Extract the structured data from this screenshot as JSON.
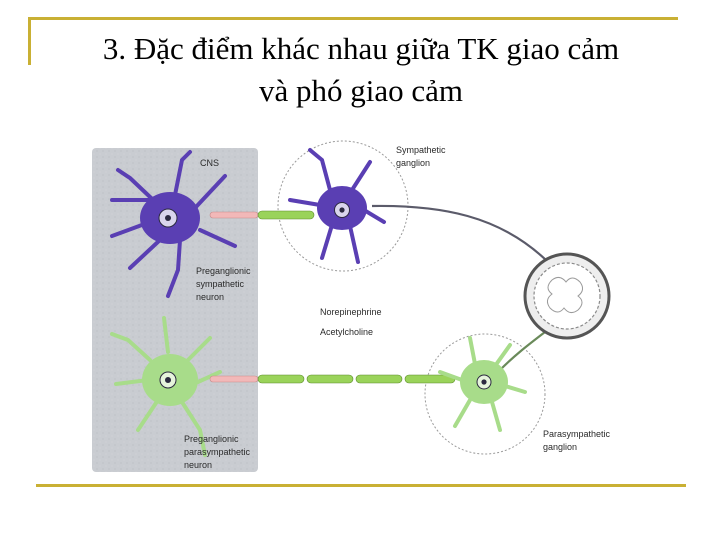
{
  "title": {
    "line1": "3. Đặc điểm khác nhau giữa TK giao cảm",
    "line2": "và phó giao cảm"
  },
  "diagram": {
    "cns_label": "CNS",
    "sympathetic_ganglion": [
      "Sympathetic",
      "ganglion"
    ],
    "preganglionic_sympathetic": [
      "Preganglionic",
      "sympathetic",
      "neuron"
    ],
    "norepinephrine": "Norepinephrine",
    "acetylcholine": "Acetylcholine",
    "preganglionic_parasympathetic": [
      "Preganglionic",
      "parasympathetic",
      "neuron"
    ],
    "parasympathetic_ganglion": [
      "Parasympathetic",
      "ganglion"
    ]
  },
  "colors": {
    "decor_line": "#c9b034",
    "cns_panel": "#c8cbd0",
    "sympathetic_neuron": "#5a3fb3",
    "parasympathetic_neuron": "#a8dc8a",
    "axon_green": "#8fcf52",
    "axon_pink": "#f2b8b8"
  }
}
